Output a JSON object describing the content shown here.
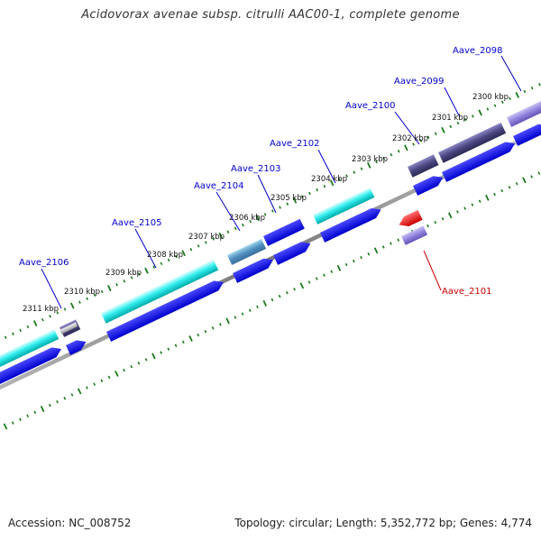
{
  "header": {
    "title": "Acidovorax avenae subsp. citrulli AAC00-1, complete genome"
  },
  "footer": {
    "accession": "Accession: NC_008752",
    "stats": "Topology: circular; Length: 5,352,772 bp; Genes: 4,774"
  },
  "colors": {
    "label_default": "#0000cc",
    "label_highlight": "#cc0000",
    "tick": "#1a7a1a",
    "backbone": "#888888"
  },
  "scale_labels": [
    "2300 kbp",
    "2301 kbp",
    "2302 kbp",
    "2303 kbp",
    "2304 kbp",
    "2305 kbp",
    "2306 kbp",
    "2307 kbp",
    "2308 kbp",
    "2309 kbp",
    "2310 kbp",
    "2311 kbp"
  ],
  "gene_labels": [
    {
      "name": "Aave_2098",
      "highlight": false
    },
    {
      "name": "Aave_2099",
      "highlight": false
    },
    {
      "name": "Aave_2100",
      "highlight": false
    },
    {
      "name": "Aave_2101",
      "highlight": true
    },
    {
      "name": "Aave_2102",
      "highlight": false
    },
    {
      "name": "Aave_2103",
      "highlight": false
    },
    {
      "name": "Aave_2104",
      "highlight": false
    },
    {
      "name": "Aave_2105",
      "highlight": false
    },
    {
      "name": "Aave_2106",
      "highlight": false
    }
  ]
}
